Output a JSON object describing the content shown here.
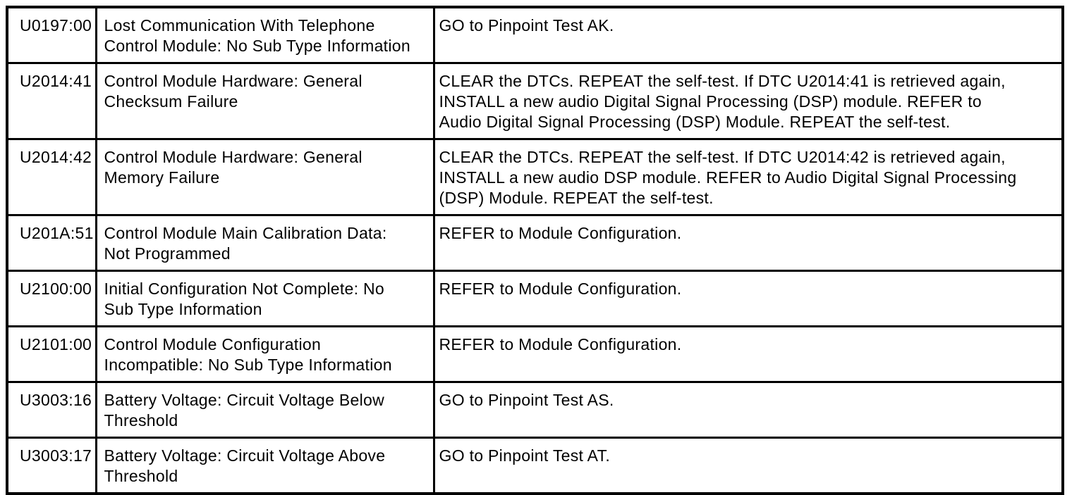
{
  "colors": {
    "background": "#ffffff",
    "border": "#000000",
    "text": "#000000"
  },
  "table": {
    "rows": [
      {
        "code": "U0197:00",
        "description": [
          "Lost Communication With Telephone",
          "Control Module: No Sub Type Information"
        ],
        "action": [
          "GO to Pinpoint Test AK."
        ]
      },
      {
        "code": "U2014:41",
        "description": [
          "Control Module Hardware: General",
          "Checksum Failure"
        ],
        "action": [
          "CLEAR the DTCs. REPEAT the self-test. If DTC U2014:41 is retrieved again,",
          "INSTALL a new audio Digital Signal Processing (DSP) module. REFER to",
          "Audio Digital Signal Processing (DSP) Module. REPEAT the self-test."
        ]
      },
      {
        "code": "U2014:42",
        "description": [
          "Control Module Hardware: General",
          "Memory Failure"
        ],
        "action": [
          "CLEAR the DTCs. REPEAT the self-test. If DTC U2014:42 is retrieved again,",
          "INSTALL a new audio DSP module. REFER to Audio Digital Signal Processing",
          "(DSP) Module. REPEAT the self-test."
        ]
      },
      {
        "code": "U201A:51",
        "description": [
          "Control Module Main Calibration Data:",
          "Not Programmed"
        ],
        "action": [
          "REFER to Module Configuration."
        ]
      },
      {
        "code": "U2100:00",
        "description": [
          "Initial Configuration Not Complete: No",
          "Sub Type Information"
        ],
        "action": [
          "REFER to Module Configuration."
        ]
      },
      {
        "code": "U2101:00",
        "description": [
          "Control Module Configuration",
          "Incompatible: No Sub Type Information"
        ],
        "action": [
          "REFER to Module Configuration."
        ]
      },
      {
        "code": "U3003:16",
        "description": [
          "Battery Voltage: Circuit Voltage Below",
          "Threshold"
        ],
        "action": [
          "GO to Pinpoint Test AS."
        ]
      },
      {
        "code": "U3003:17",
        "description": [
          "Battery Voltage: Circuit Voltage Above",
          "Threshold"
        ],
        "action": [
          "GO to Pinpoint Test AT."
        ]
      }
    ]
  }
}
